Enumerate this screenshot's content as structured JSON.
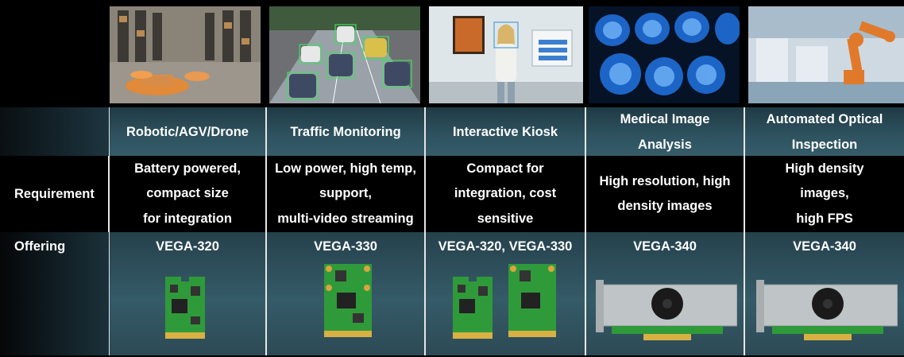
{
  "columns": [
    {
      "title": "Robotic/AGV/Drone",
      "requirement": [
        "Battery powered,",
        "compact size",
        "for integration"
      ],
      "offering": "VEGA-320"
    },
    {
      "title": "Traffic Monitoring",
      "requirement": [
        "Low power, high temp,",
        "support,",
        "multi-video streaming"
      ],
      "offering": "VEGA-330"
    },
    {
      "title": "Interactive Kiosk",
      "requirement": [
        "Compact for",
        "integration, cost",
        "sensitive"
      ],
      "offering": "VEGA-320, VEGA-330"
    },
    {
      "title": "Medical Image Analysis",
      "title_lines": [
        "Medical Image",
        "Analysis"
      ],
      "requirement": [
        "High resolution, high",
        "density images"
      ],
      "offering": "VEGA-340"
    },
    {
      "title": "Automated Optical Inspection",
      "title_lines": [
        "Automated Optical",
        "Inspection"
      ],
      "requirement": [
        "High density",
        "images,",
        "high FPS"
      ],
      "offering": "VEGA-340"
    }
  ],
  "row_labels": {
    "requirement": "Requirement",
    "offering": "Offering"
  },
  "colors": {
    "title_bg": "#2f5360",
    "offering_bg": "#355b68",
    "separator": "#e6e6e6",
    "board_green": "#2f9a3a"
  }
}
